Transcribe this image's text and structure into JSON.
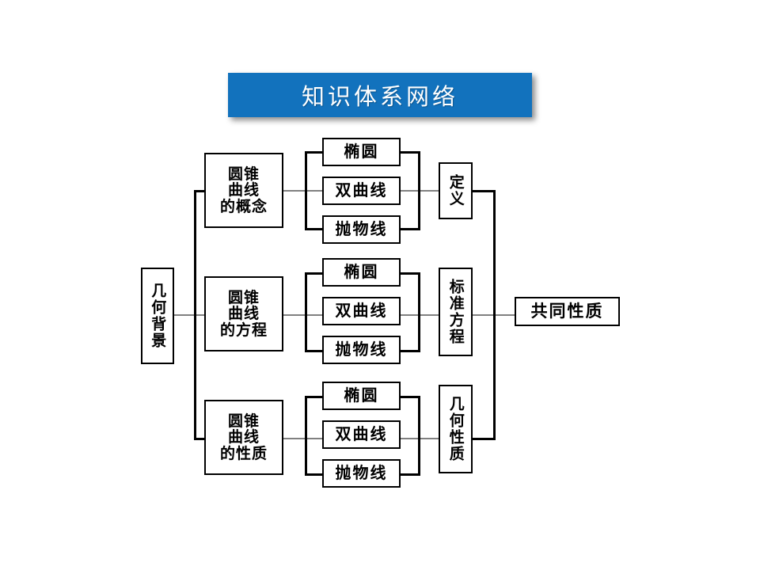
{
  "banner": {
    "title": "知识体系网络",
    "background_color": "#1272bd",
    "text_color": "#ffffff"
  },
  "diagram": {
    "root": {
      "label": "几何背景",
      "orientation": "vertical"
    },
    "branches": [
      {
        "id": "concept",
        "label": "圆锥\n曲线\n的概念",
        "children": [
          {
            "label": "椭圆"
          },
          {
            "label": "双曲线"
          },
          {
            "label": "抛物线"
          }
        ],
        "summary": {
          "label": "定义",
          "orientation": "vertical"
        }
      },
      {
        "id": "equation",
        "label": "圆锥\n曲线\n的方程",
        "children": [
          {
            "label": "椭圆"
          },
          {
            "label": "双曲线"
          },
          {
            "label": "抛物线"
          }
        ],
        "summary": {
          "label": "标准方程",
          "orientation": "vertical"
        }
      },
      {
        "id": "property",
        "label": "圆锥\n曲线\n的性质",
        "children": [
          {
            "label": "椭圆"
          },
          {
            "label": "双曲线"
          },
          {
            "label": "抛物线"
          }
        ],
        "summary": {
          "label": "几何性质",
          "orientation": "vertical"
        }
      }
    ],
    "conclusion": {
      "label": "共同性质",
      "orientation": "horizontal"
    },
    "colors": {
      "box_border": "#000000",
      "box_fill": "#ffffff",
      "connector_gray": "#808080",
      "bracket_black": "#000000"
    }
  }
}
